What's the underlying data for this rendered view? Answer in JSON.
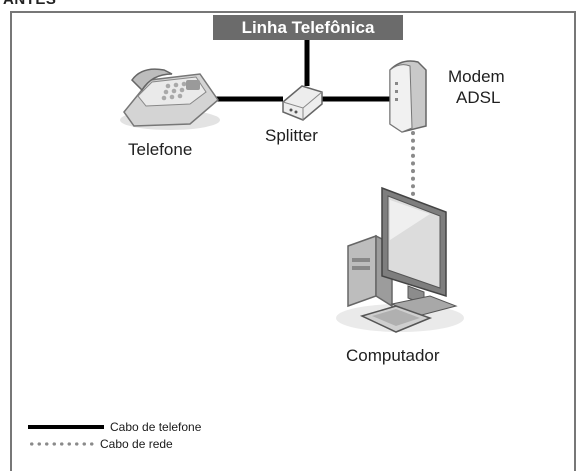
{
  "header": {
    "label": "ANTES"
  },
  "line_box": {
    "label": "Linha Telefônica"
  },
  "devices": {
    "telefone": "Telefone",
    "splitter": "Splitter",
    "modem_line1": "Modem",
    "modem_line2": "ADSL",
    "computador": "Computador"
  },
  "legend": {
    "telefone_cable": "Cabo de telefone",
    "rede_cable": "Cabo de rede"
  }
}
